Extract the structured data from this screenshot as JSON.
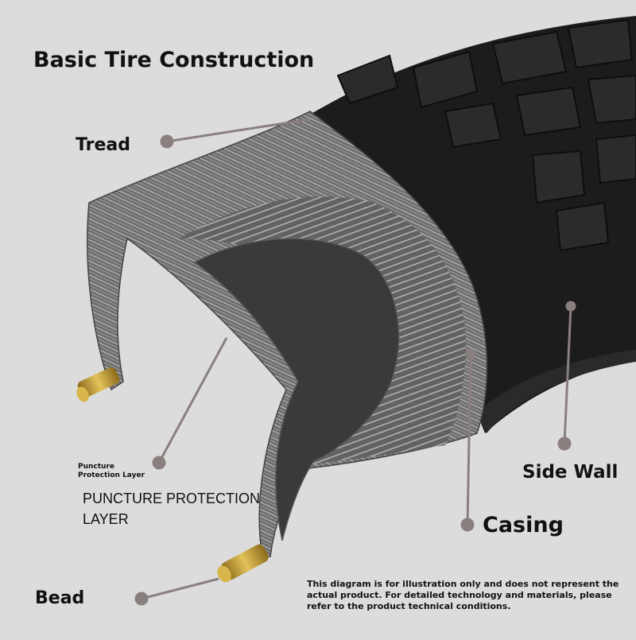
{
  "title": "Basic Tire Construction",
  "labels": {
    "tread": "Tread",
    "puncture_small_line1": "Puncture",
    "puncture_small_line2": "Protection Layer",
    "puncture_big_line1": "PUNCTURE PROTECTION",
    "puncture_big_line2": "LAYER",
    "side_wall": "Side Wall",
    "casing": "Casing",
    "bead": "Bead"
  },
  "disclaimer": "This diagram is for illustration only and does not represent the actual product. For detailed technology and materials, please refer to the product technical conditions.",
  "colors": {
    "background": "#dcdcdc",
    "rubber": "#1c1c1c",
    "casing": "#7a7a7a",
    "inner_layer": "#3a3a3a",
    "bead_metal": "#c9a33a",
    "leader_line": "#8a7f7f"
  }
}
